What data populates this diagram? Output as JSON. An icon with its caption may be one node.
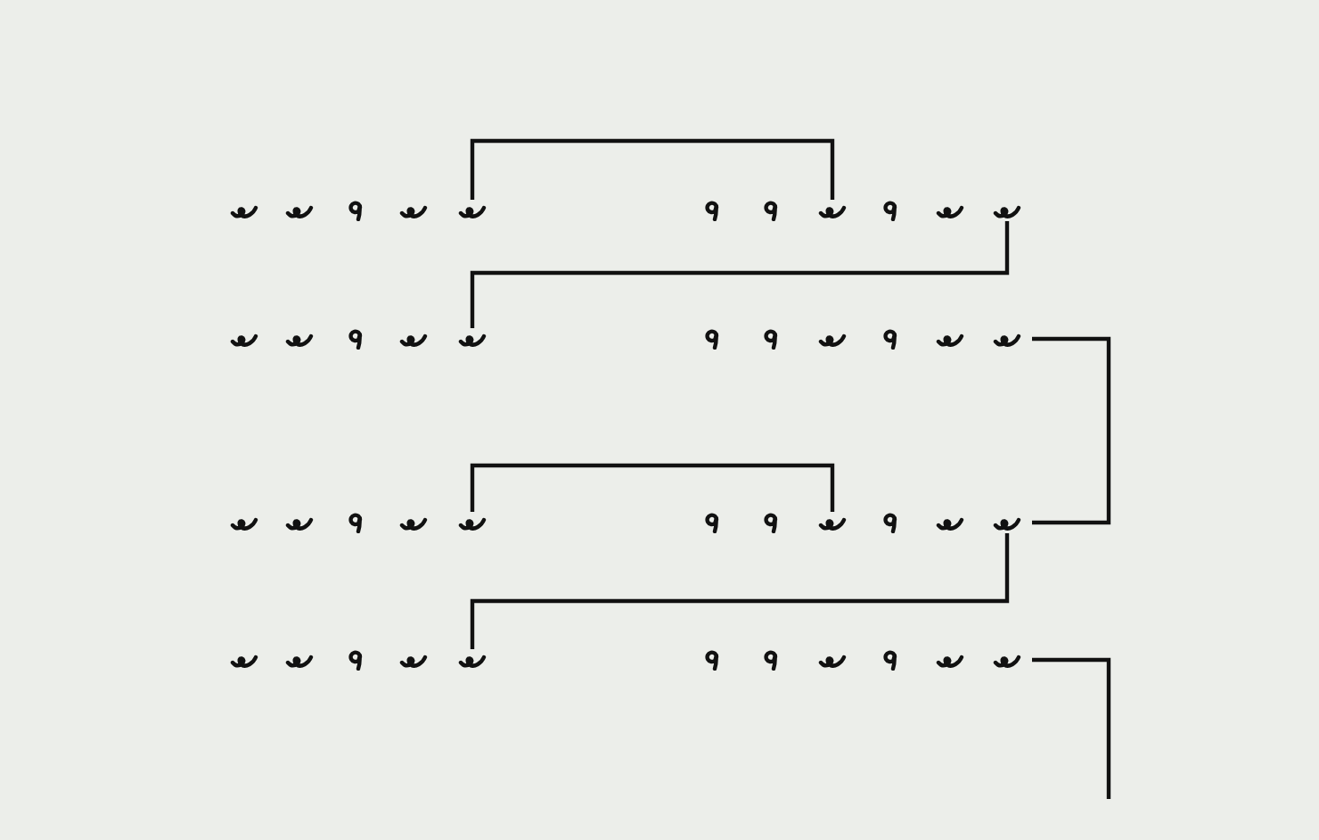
{
  "diagram": {
    "nodes": [
      {
        "text": [],
        "shape": "curl"
      },
      {
        "text": [],
        "shape": "curl"
      },
      {
        "text": [],
        "shape": "hook"
      },
      {
        "text": [],
        "shape": "curl"
      },
      {
        "text": [],
        "shape": "curl"
      },
      {
        "text": [],
        "shape": "hook"
      },
      {
        "text": [],
        "shape": "hook"
      },
      {
        "text": [],
        "shape": "curl"
      },
      {
        "text": [],
        "shape": "hook"
      },
      {
        "text": [],
        "shape": "curl"
      },
      {
        "text": [],
        "shape": "curl"
      },
      {
        "text": [],
        "shape": "curl"
      },
      {
        "text": [],
        "shape": "curl"
      },
      {
        "text": [],
        "shape": "hook"
      },
      {
        "text": [],
        "shape": "curl"
      },
      {
        "text": [],
        "shape": "curl"
      },
      {
        "text": [],
        "shape": "hook"
      },
      {
        "text": [],
        "shape": "hook"
      },
      {
        "text": [],
        "shape": "curl"
      },
      {
        "text": [],
        "shape": "hook"
      },
      {
        "text": [],
        "shape": "curl"
      },
      {
        "text": [],
        "shape": "curl"
      },
      {
        "text": [],
        "shape": "curl"
      },
      {
        "text": [],
        "shape": "curl"
      },
      {
        "text": [],
        "shape": "hook"
      },
      {
        "text": [],
        "shape": "curl"
      },
      {
        "text": [],
        "shape": "curl"
      },
      {
        "text": [],
        "shape": "hook"
      },
      {
        "text": [],
        "shape": "hook"
      },
      {
        "text": [],
        "shape": "curl"
      },
      {
        "text": [],
        "shape": "hook"
      },
      {
        "text": [],
        "shape": "curl"
      },
      {
        "text": [],
        "shape": "curl"
      },
      {
        "text": [],
        "shape": "curl"
      },
      {
        "text": [],
        "shape": "curl"
      },
      {
        "text": [],
        "shape": "hook"
      },
      {
        "text": [],
        "shape": "curl"
      },
      {
        "text": [],
        "shape": "curl"
      },
      {
        "text": [],
        "shape": "hook"
      },
      {
        "text": [],
        "shape": "hook"
      },
      {
        "text": [],
        "shape": "curl"
      },
      {
        "text": [],
        "shape": "hook"
      },
      {
        "text": [],
        "shape": "curl"
      },
      {
        "text": [],
        "shape": "curl"
      }
    ],
    "edges": [
      {
        "from": 4,
        "to": 7,
        "arrow": "none"
      },
      {
        "from": 10,
        "to": 15,
        "arrow": "none"
      },
      {
        "from": 21,
        "to": 32,
        "arrow": "none"
      },
      {
        "from": 26,
        "to": 29,
        "arrow": "none"
      },
      {
        "from": 32,
        "to": 37,
        "arrow": "none"
      },
      {
        "from": 43,
        "to": null,
        "arrow": "none"
      }
    ]
  }
}
